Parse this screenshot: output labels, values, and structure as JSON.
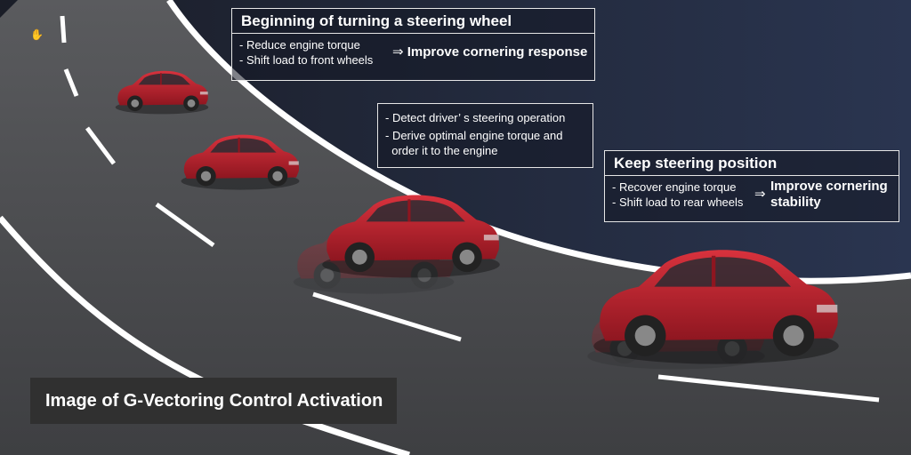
{
  "boxes": {
    "beginning": {
      "title": "Beginning of turning a steering wheel",
      "lines": [
        "- Reduce engine torque",
        "- Shift load to front wheels"
      ],
      "arrow": "⇒",
      "result": "Improve cornering response"
    },
    "detect": {
      "lines": [
        "- Detect driver’ s steering operation",
        "- Derive optimal engine torque and",
        "  order it to the engine"
      ]
    },
    "keep": {
      "title": "Keep steering position",
      "lines": [
        "- Recover engine torque",
        "- Shift load to rear wheels"
      ],
      "arrow": "⇒",
      "result_lines": [
        "Improve cornering",
        "stability"
      ]
    }
  },
  "caption": "Image of G-Vectoring Control Activation",
  "colors": {
    "background": "#1b1f2a",
    "road": "#4a4b4e",
    "road_edge": "#ffffff",
    "car": "#b51e2a",
    "caption_bg": "#303030"
  },
  "icons": {
    "cursor": "hand-cursor-icon"
  }
}
